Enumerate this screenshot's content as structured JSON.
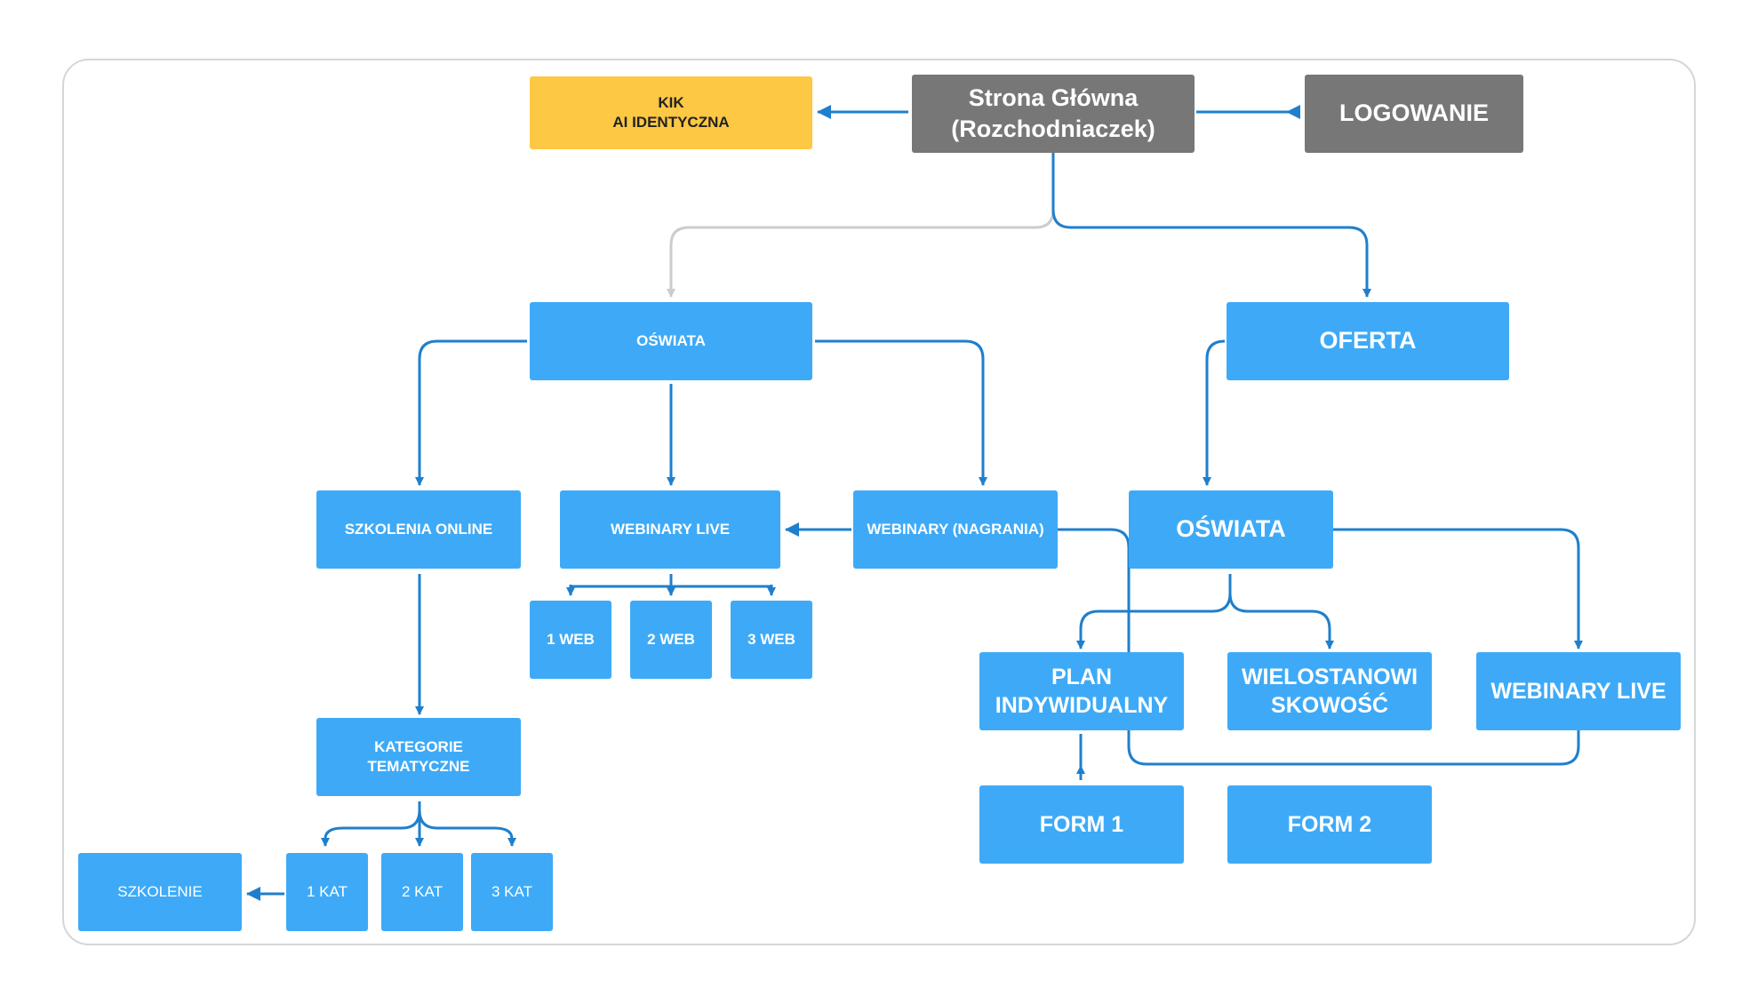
{
  "diagram": {
    "colors": {
      "box_blue": "#3eaaf7",
      "box_yellow": "#fdc843",
      "box_gray": "#777777",
      "connector_blue": "#1f7fcc",
      "connector_gray": "#cccccc"
    },
    "nodes": {
      "kik": "KIK\nAI IDENTYCZNA",
      "home": "Strona Główna\n(Rozchodniaczek)",
      "login": "LOGOWANIE",
      "oswiata_top": "OŚWIATA",
      "oferta": "OFERTA",
      "szkolenia_online": "SZKOLENIA ONLINE",
      "webinary_live_1": "WEBINARY LIVE",
      "webinary_nagrania": "WEBINARY (NAGRANIA)",
      "oswiata_oferta": "OŚWIATA",
      "web1": "1 WEB",
      "web2": "2 WEB",
      "web3": "3 WEB",
      "plan": "PLAN\nINDYWIDUALNY",
      "wielostanowiskowosc": "WIELOSTANOWI\nSKOWOŚĆ",
      "webinary_live_2": "WEBINARY LIVE",
      "kategorie": "KATEGORIE\nTEMATYCZNE",
      "form1": "FORM 1",
      "form2": "FORM 2",
      "szkolenie": "SZKOLENIE",
      "kat1": "1 KAT",
      "kat2": "2 KAT",
      "kat3": "3 KAT"
    }
  }
}
